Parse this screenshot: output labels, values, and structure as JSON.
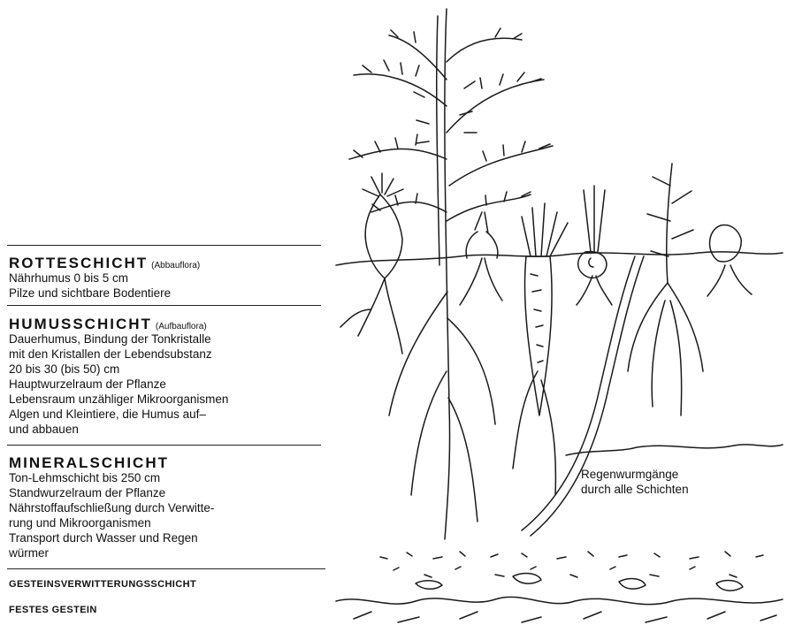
{
  "sections": [
    {
      "id": "rotteschicht",
      "title": "ROTTESCHICHT",
      "subtitle": "(Abbauflora)",
      "lines": [
        "Nährhumus 0 bis 5 cm",
        "Pilze und sichtbare Bodentiere"
      ]
    },
    {
      "id": "humusschicht",
      "title": "HUMUSSCHICHT",
      "subtitle": "(Aufbauflora)",
      "lines": [
        "Dauerhumus, Bindung der Tonkristalle",
        "mit den Kristallen der Lebendsubstanz",
        "20 bis 30 (bis 50) cm",
        "Hauptwurzelraum der Pflanze",
        "Lebensraum unzähliger Mikroorganismen",
        "Algen und Kleintiere, die Humus auf–",
        "und abbauen"
      ]
    },
    {
      "id": "mineralschicht",
      "title": "MINERALSCHICHT",
      "subtitle": "",
      "lines": [
        "Ton-Lehmschicht bis 250 cm",
        "Standwurzelraum der Pflanze",
        "Nährstoffaufschließung durch Verwitte-",
        "rung und Mikroorganismen",
        "Transport durch Wasser und Regen",
        "würmer"
      ]
    }
  ],
  "bottom_layers": [
    "GESTEINSVERWITTERUNGSSCHICHT",
    "FESTES GESTEIN"
  ],
  "worm_label": [
    "Regenwurmgänge",
    "durch alle Schichten"
  ],
  "colors": {
    "ink": "#111111",
    "paper": "#ffffff"
  }
}
